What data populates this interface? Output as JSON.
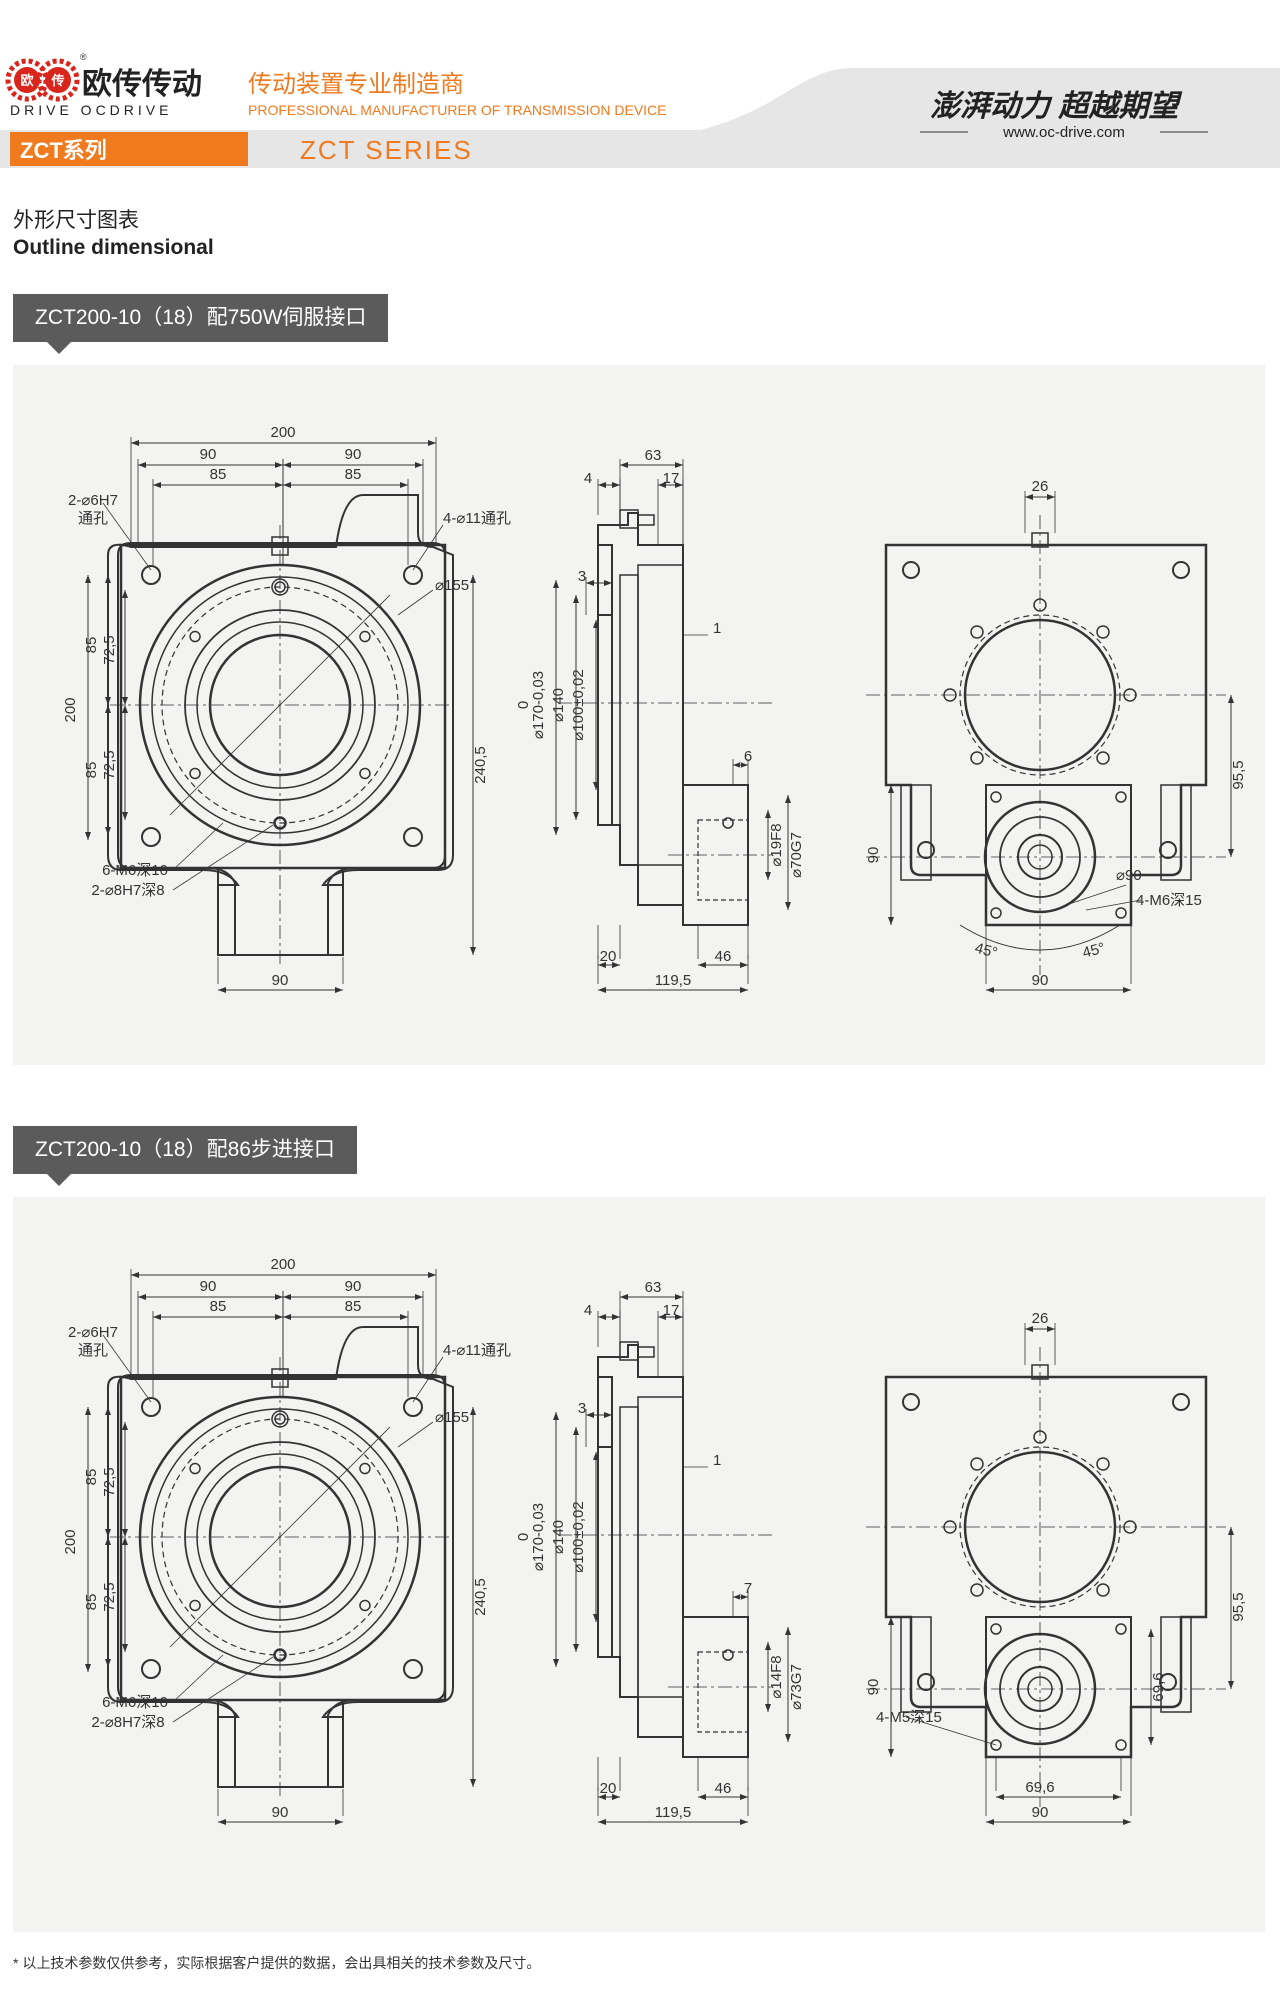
{
  "brand": {
    "cn_name": "欧传传动",
    "en_name": "DRIVE OCDRIVE",
    "seal_char_1": "欧",
    "seal_char_2": "传",
    "reg": "®",
    "tagline_cn": "传动装置专业制造商",
    "tagline_en": "PROFESSIONAL MANUFACTURER OF TRANSMISSION DEVICE",
    "slogan": "澎湃动力 超越期望",
    "website": "www.oc-drive.com"
  },
  "series": {
    "cn": "ZCT系列",
    "en": "ZCT SERIES"
  },
  "section": {
    "title_cn": "外形尺寸图表",
    "title_en": "Outline dimensional"
  },
  "drawings": [
    {
      "tag": "ZCT200-10（18）配750W伺服接口",
      "front": {
        "d200": "200",
        "d90a": "90",
        "d90b": "90",
        "d85a": "85",
        "d85b": "85",
        "pin_note": "2-⌀6H7",
        "pin_note2": "通孔",
        "hole_note": "4-⌀11通孔",
        "pcd": "⌀155",
        "h200": "200",
        "h85a": "85",
        "h725a": "72,5",
        "h85b": "85",
        "h725b": "72,5",
        "h2405": "240,5",
        "tap_note": "6-M6深10",
        "dowel_note": "2-⌀8H7深8",
        "bottom90": "90"
      },
      "side": {
        "d63": "63",
        "d4": "4",
        "d17": "17",
        "d3": "3",
        "d1": "1",
        "d0": "0",
        "dia170": "⌀170-0,03",
        "dia140": "⌀140",
        "dia100": "⌀100±0,02",
        "d6": "6",
        "shaft": "⌀19F8",
        "pilot": "⌀70G7",
        "d20": "20",
        "d46": "46",
        "d1195": "119,5"
      },
      "rear": {
        "d26": "26",
        "d955": "95,5",
        "v90": "90",
        "pcd": "⌀90",
        "tap": "4-M6深15",
        "ang1": "45°",
        "ang2": "45°",
        "b90": "90"
      }
    },
    {
      "tag": "ZCT200-10（18）配86步进接口",
      "front": {
        "d200": "200",
        "d90a": "90",
        "d90b": "90",
        "d85a": "85",
        "d85b": "85",
        "pin_note": "2-⌀6H7",
        "pin_note2": "通孔",
        "hole_note": "4-⌀11通孔",
        "pcd": "⌀155",
        "h200": "200",
        "h85a": "85",
        "h725a": "72,5",
        "h85b": "85",
        "h725b": "72,5",
        "h2405": "240,5",
        "tap_note": "6-M6深10",
        "dowel_note": "2-⌀8H7深8",
        "bottom90": "90"
      },
      "side": {
        "d63": "63",
        "d4": "4",
        "d17": "17",
        "d3": "3",
        "d1": "1",
        "d0": "0",
        "dia170": "⌀170-0,03",
        "dia140": "⌀140",
        "dia100": "⌀100±0,02",
        "d6": "7",
        "shaft": "⌀14F8",
        "pilot": "⌀73G7",
        "d20": "20",
        "d46": "46",
        "d1195": "119,5"
      },
      "rear": {
        "d26": "26",
        "d955": "95,5",
        "v90": "90",
        "v696": "69,6",
        "tap": "4-M5深15",
        "b696": "69,6",
        "b90": "90"
      }
    }
  ],
  "footnote": "* 以上技术参数仅供参考，实际根据客户提供的数据，会出具相关的技术参数及尺寸。",
  "colors": {
    "accent": "#f07a1e",
    "panel": "#f3f3f1",
    "tag": "#5b5b5b",
    "line": "#333333"
  }
}
